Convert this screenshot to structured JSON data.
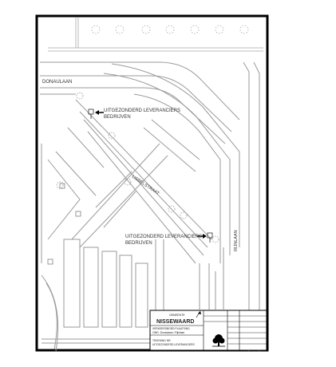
{
  "map": {
    "streets": {
      "donaulaan": "DONAULAAN",
      "lisbelstraat": "LISBELSTRAAT",
      "rijnlaan": "RIJNLAAN"
    },
    "annotations": [
      {
        "line1": "UITGEZONDERD  LEVERANCIERS",
        "line2": "BEDRIJVEN"
      },
      {
        "line1": "UITGEZONDERD  LEVERANCIERS",
        "line2": "BEDRIJVEN"
      }
    ]
  },
  "title_block": {
    "org_small": "GEMEENTE",
    "org_name": "NISSEWAARD",
    "project_line1": "VERKEERSBORD PLAATSING",
    "project_line2": "OMG. Donaulaan / Rijnlaan",
    "drawing_line1": "TEKENING NR.",
    "drawing_line2": "UITGEZONDERD LEVERANCIERS"
  },
  "colors": {
    "line": "#9a9a9a",
    "border": "#000000",
    "bg": "#ffffff"
  },
  "icons": [
    "north-arrow-icon",
    "municipal-tree-logo-icon",
    "traffic-sign-icon"
  ]
}
